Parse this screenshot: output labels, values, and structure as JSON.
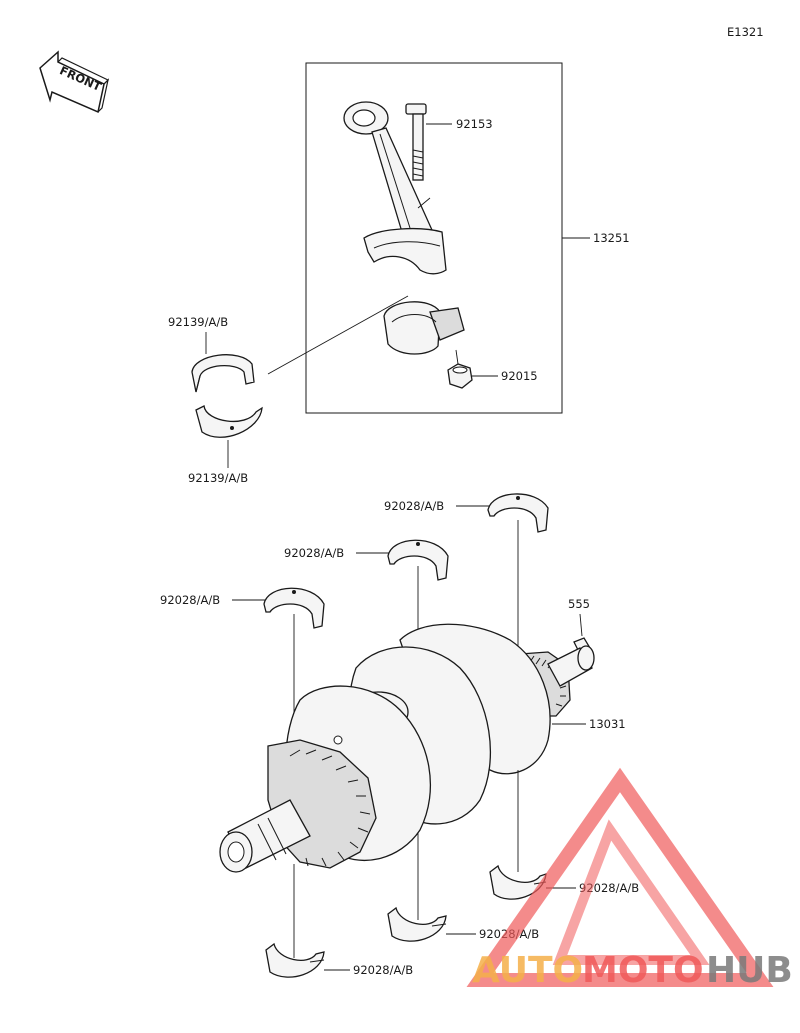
{
  "diagram_code": "E1321",
  "front_label": "FRONT",
  "parts": {
    "bolt": "92153",
    "conrod_assy": "13251",
    "nut": "92015",
    "conrod_bearing_upper": "92139/A/B",
    "conrod_bearing_lower": "92139/A/B",
    "main_bearing_top_right": "92028/A/B",
    "main_bearing_top_middle": "92028/A/B",
    "main_bearing_top_left": "92028/A/B",
    "key": "555",
    "crankshaft": "13031",
    "main_bearing_bottom_right": "92028/A/B",
    "main_bearing_bottom_middle": "92028/A/B",
    "main_bearing_bottom_left": "92028/A/B"
  },
  "watermark": {
    "word1": "AUTO",
    "word2": "MOTO",
    "word3": "HUB",
    "color_red": "#f05a5a",
    "color_orange": "#f5b04a",
    "color_gray": "#7a7a7a"
  }
}
